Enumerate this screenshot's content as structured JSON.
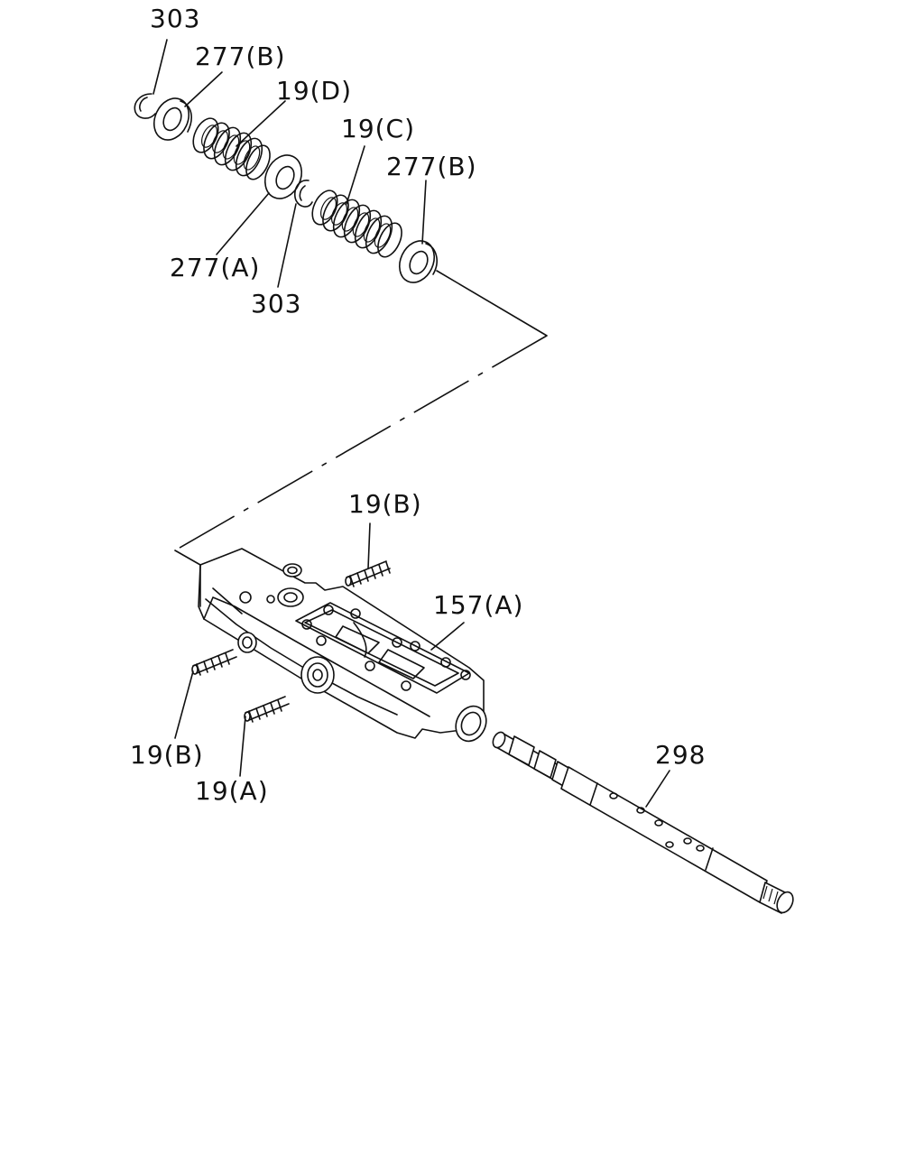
{
  "labels": {
    "l303_top": "303",
    "l277b_top": "277(B)",
    "l19d": "19(D)",
    "l19c": "19(C)",
    "l277b_right": "277(B)",
    "l277a": "277(A)",
    "l303_mid": "303",
    "l19b_top": "19(B)",
    "l157a": "157(A)",
    "l19b_left": "19(B)",
    "l19a": "19(A)",
    "l298": "298"
  }
}
